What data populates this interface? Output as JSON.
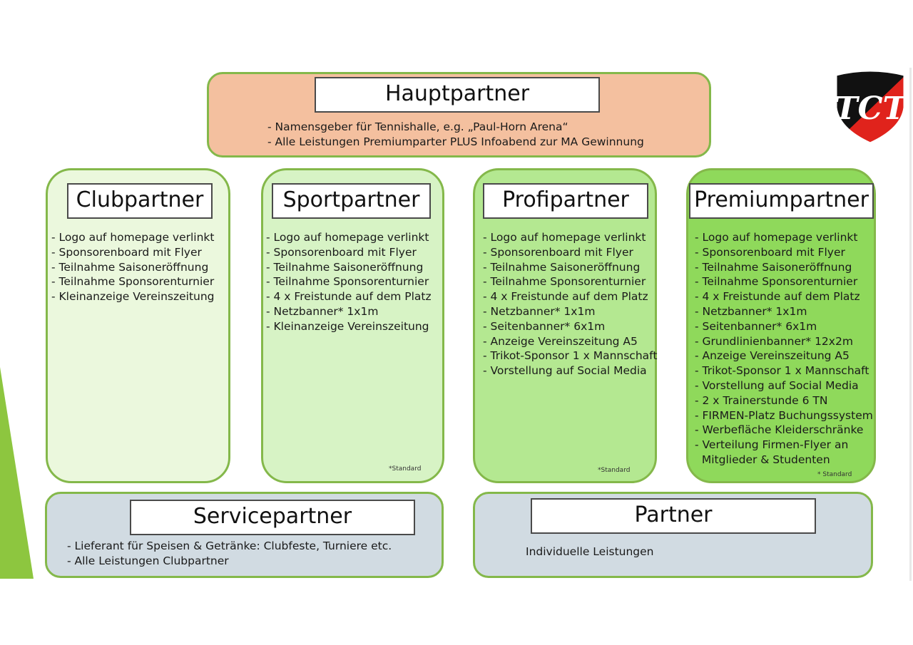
{
  "hauptpartner": {
    "title": "Hauptpartner",
    "items": [
      "- Namensgeber für Tennishalle, e.g. „Paul-Horn Arena“",
      "- Alle Leistungen Premiumparter PLUS Infoabend zur MA Gewinnung"
    ]
  },
  "clubpartner": {
    "title": "Clubpartner",
    "items": [
      "- Logo auf homepage verlinkt",
      "- Sponsorenboard mit Flyer",
      "- Teilnahme Saisoneröffnung",
      "- Teilnahme Sponsorenturnier",
      "- Kleinanzeige Vereinszeitung"
    ]
  },
  "sportpartner": {
    "title": "Sportpartner",
    "items": [
      "- Logo auf homepage verlinkt",
      "- Sponsorenboard mit Flyer",
      "- Teilnahme Saisoneröffnung",
      "- Teilnahme Sponsorenturnier",
      "- 4 x Freistunde auf dem Platz",
      "- Netzbanner* 1x1m",
      "- Kleinanzeige Vereinszeitung"
    ],
    "note": "*Standard"
  },
  "profipartner": {
    "title": "Profipartner",
    "items": [
      "- Logo auf homepage verlinkt",
      "- Sponsorenboard mit Flyer",
      "- Teilnahme Saisoneröffnung",
      "- Teilnahme Sponsorenturnier",
      "- 4 x Freistunde auf dem Platz",
      "- Netzbanner* 1x1m",
      "- Seitenbanner* 6x1m",
      "- Anzeige Vereinszeitung A5",
      "- Trikot-Sponsor 1 x Mannschaft",
      "- Vorstellung auf Social Media"
    ],
    "note": "*Standard"
  },
  "premiumpartner": {
    "title": "Premiumpartner",
    "items": [
      "- Logo auf homepage verlinkt",
      "- Sponsorenboard mit Flyer",
      "- Teilnahme Saisoneröffnung",
      "- Teilnahme Sponsorenturnier",
      "- 4 x Freistunde auf dem Platz",
      "- Netzbanner* 1x1m",
      "- Seitenbanner* 6x1m",
      "- Grundlinienbanner* 12x2m",
      "- Anzeige Vereinszeitung A5",
      "- Trikot-Sponsor 1 x Mannschaft",
      "- Vorstellung auf Social Media",
      "- 2 x Trainerstunde 6 TN",
      "- FIRMEN-Platz Buchungssystem",
      "- Werbefläche Kleiderschränke",
      "- Verteilung Firmen-Flyer an",
      "  Mitglieder & Studenten"
    ],
    "note": "* Standard"
  },
  "servicepartner": {
    "title": "Servicepartner",
    "items": [
      "- Lieferant für Speisen & Getränke: Clubfeste, Turniere etc.",
      "- Alle Leistungen Clubpartner"
    ]
  },
  "partner": {
    "title": "Partner",
    "items": [
      "Individuelle Leistungen"
    ]
  },
  "logo": {
    "text": "TCT",
    "colors": {
      "black": "#111111",
      "red": "#e0231c",
      "white": "#ffffff"
    }
  },
  "colors": {
    "hauptpartner": "#f4c09f",
    "clubpartner": "#ebf8dd",
    "sportpartner": "#d7f3c5",
    "profipartner": "#b4e891",
    "premiumpartner": "#8fd95b",
    "service": "#d1dbe2",
    "border": "#84b84a",
    "accent": "#8dc63f"
  }
}
